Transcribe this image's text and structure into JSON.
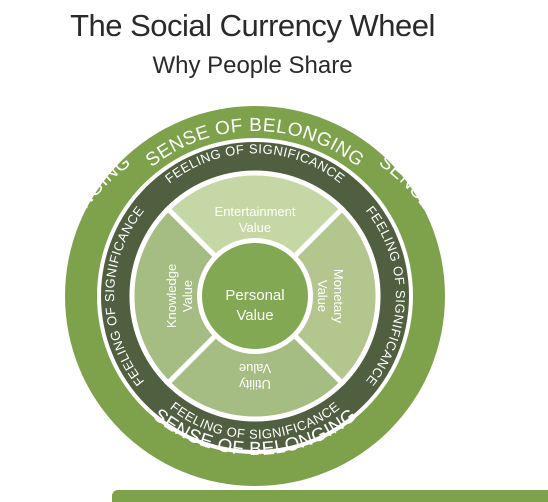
{
  "header": {
    "title": "The Social Currency Wheel",
    "subtitle": "Why People Share"
  },
  "wheel": {
    "outer_ring": "SENSE OF BELONGING",
    "inner_ring": "FEELING OF SIGNIFICANCE",
    "center": [
      "Personal",
      "Value"
    ],
    "quadrants": {
      "top": [
        "Entertainment",
        "Value"
      ],
      "right": [
        "Monetary",
        "Value"
      ],
      "bottom": [
        "Utility",
        "Value"
      ],
      "left": [
        "Knowledge",
        "Value"
      ]
    }
  },
  "colors": {
    "outer_ring": "#7ea24b",
    "inner_ring": "#4f5f3f",
    "quadrant_light": "#c5d7a5",
    "quadrant_mid": "#a5bd82",
    "quadrant_side": "#b2c68e",
    "center": "#83a853",
    "text_light": "#ffffff"
  }
}
